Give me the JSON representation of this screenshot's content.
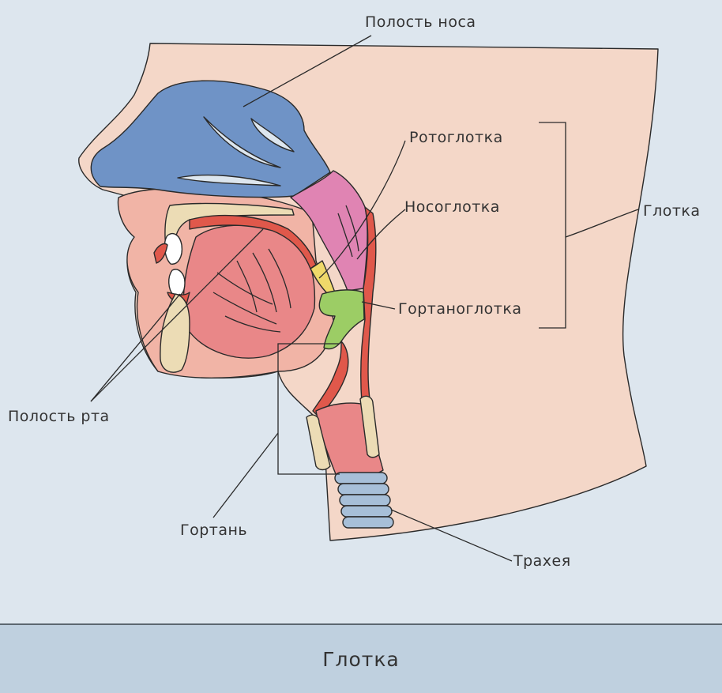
{
  "labels": {
    "nasal_cavity": "Полость носа",
    "oropharynx": "Ротоглотка",
    "nasopharynx": "Носоглотка",
    "pharynx": "Глотка",
    "laryngopharynx": "Гортаноглотка",
    "oral_cavity": "Полость рта",
    "larynx": "Гортань",
    "trachea": "Трахея"
  },
  "footer": {
    "title": "Глотка"
  },
  "colors": {
    "background": "#dde6ee",
    "footer": "#bfd0df",
    "skin": "#f4d7c8",
    "mouth_tissue": "#f1b4a6",
    "tongue": "#e98788",
    "nasal_cavity": "#6f93c6",
    "nasopharynx": "#e084b3",
    "oropharynx": "#efd96a",
    "laryngopharynx": "#9ccd65",
    "muscle": "#e0584b",
    "bone": "#ecdcb5",
    "trachea_rings": "#a7bfd8"
  }
}
